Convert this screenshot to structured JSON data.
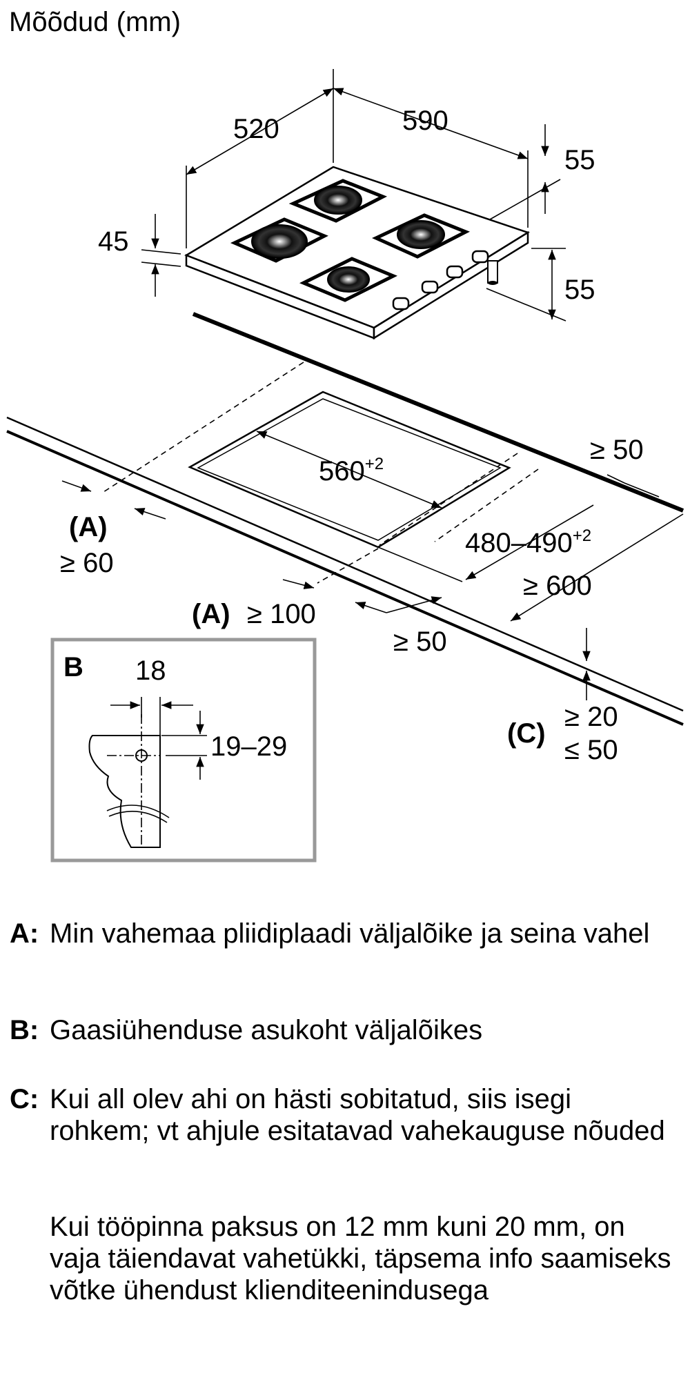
{
  "title": "Mõõdud (mm)",
  "dimensions": {
    "depth": "520",
    "width": "590",
    "right_top": "55",
    "right_side": "55",
    "height": "45",
    "cutout_width": "560",
    "cutout_width_tol": "+2",
    "cutout_depth": "480–490",
    "cutout_depth_tol": "+2",
    "back_gap": "≥ 50",
    "front_gap": "≥ 50",
    "worktop_depth": "≥ 600",
    "A_label": "(A)",
    "A_side": "≥ 60",
    "A_front": "≥ 100",
    "C_label": "(C)",
    "C_min": "≥ 20",
    "C_max": "≤ 50"
  },
  "detail_b": {
    "label": "B",
    "width": "18",
    "height": "19–29"
  },
  "legend": [
    {
      "key": "A:",
      "text": "Min vahemaa pliidiplaadi väljalõike ja seina vahel"
    },
    {
      "key": "B:",
      "text": "Gaasiühenduse asukoht väljalõikes"
    },
    {
      "key": "C:",
      "text": "Kui all olev ahi on hästi sobitatud, siis isegi rohkem; vt ahjule esitatavad vahekauguse nõuded"
    },
    {
      "key": "",
      "text": "Kui tööpinna paksus on 12 mm kuni 20 mm, on vaja täiendavat vahetükki, täpsema info saamiseks võtke ühendust klienditeenindusega"
    }
  ]
}
